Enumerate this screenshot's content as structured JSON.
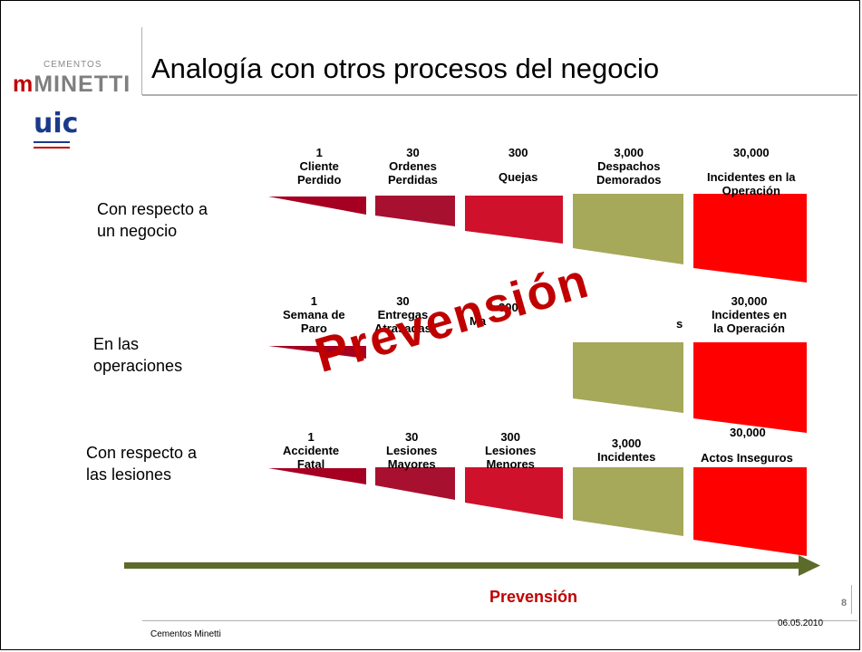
{
  "header": {
    "title": "Analogía con otros procesos del negocio",
    "logo_brand_top": "CEMENTOS",
    "logo_brand_main": "MINETTI",
    "logo_secondary": "uic"
  },
  "rows": [
    {
      "label_lines": [
        "Con respecto a",
        "un negocio"
      ],
      "columns": [
        {
          "value": "1",
          "text": [
            "Cliente",
            "Perdido"
          ]
        },
        {
          "value": "30",
          "text": [
            "Ordenes",
            "Perdidas"
          ]
        },
        {
          "value": "300",
          "text": [
            "Quejas"
          ]
        },
        {
          "value": "3,000",
          "text": [
            "Despachos",
            "Demorados"
          ]
        },
        {
          "value": "30,000",
          "text": [
            "Incidentes en la",
            "Operación"
          ]
        }
      ]
    },
    {
      "label_lines": [
        "En las",
        "operaciones"
      ],
      "columns": [
        {
          "value": "1",
          "text": [
            "Semana de",
            "Paro"
          ]
        },
        {
          "value": "30",
          "text": [
            "Entregas",
            "Atrasadas"
          ]
        },
        {
          "value": "300",
          "text": [
            "Ma"
          ]
        },
        {
          "value": "",
          "text": [
            "s"
          ]
        },
        {
          "value": "30,000",
          "text": [
            "Incidentes en",
            "la Operación"
          ]
        }
      ]
    },
    {
      "label_lines": [
        "Con respecto a",
        "las lesiones"
      ],
      "columns": [
        {
          "value": "1",
          "text": [
            "Accidente",
            "Fatal"
          ]
        },
        {
          "value": "30",
          "text": [
            "Lesiones",
            "Mayores"
          ]
        },
        {
          "value": "300",
          "text": [
            "Lesiones",
            "Menores"
          ]
        },
        {
          "value": "3,000",
          "text": [
            "Incidentes"
          ]
        },
        {
          "value": "30,000",
          "text": [
            "Actos Inseguros"
          ]
        }
      ]
    }
  ],
  "overlay_word": "Prevensión",
  "arrow_label": "Prevensión",
  "footer": {
    "company": "Cementos Minetti",
    "date": "06.05.2010",
    "page": "8"
  },
  "colors": {
    "wedge_1": "#a50021",
    "wedge_2": "#a8102f",
    "wedge_3": "#d0112b",
    "wedge_4": "#a6a85a",
    "wedge_5": "#ff0000",
    "arrow": "#5c6b2a",
    "accent": "#c00000"
  }
}
